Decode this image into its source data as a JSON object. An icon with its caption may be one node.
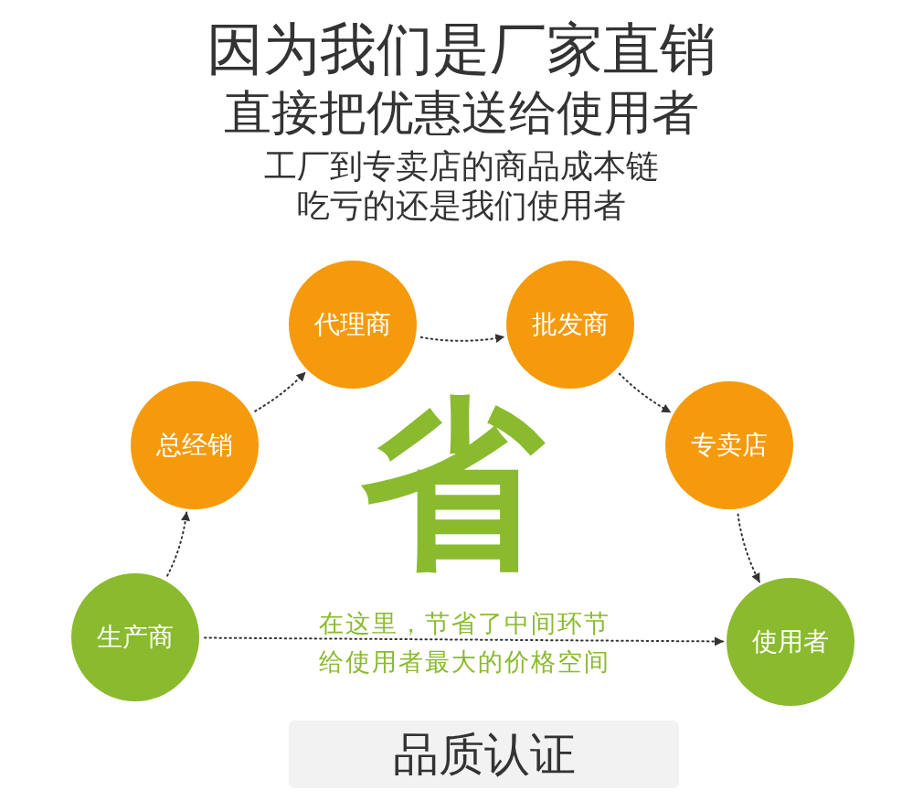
{
  "diagram": {
    "title": "因为我们是厂家直销",
    "nodes": [
      {
        "text": [
          "生产商"
        ]
      },
      {
        "text": [
          "总经销"
        ]
      },
      {
        "text": [
          "代理商"
        ]
      },
      {
        "text": [
          "批发商"
        ]
      },
      {
        "text": [
          "专卖店"
        ]
      },
      {
        "text": [
          "使用者"
        ]
      },
      {
        "text": [
          "品质认证"
        ]
      }
    ],
    "edges": [
      {
        "from": 0,
        "to": 1,
        "arrow": "to"
      },
      {
        "from": 1,
        "to": 2,
        "arrow": "to"
      },
      {
        "from": 2,
        "to": 3,
        "arrow": "to"
      },
      {
        "from": 3,
        "to": 4,
        "arrow": "to"
      },
      {
        "from": 4,
        "to": 5,
        "arrow": "to"
      },
      {
        "from": 0,
        "to": 5,
        "arrow": "to"
      }
    ],
    "labels": [
      "直接把优惠送给使用者",
      "工厂到专卖店的商品成本链",
      "吃亏的还是我们使用者",
      "省",
      "在这里，节省了中间环节",
      "给使用者最大的价格空间"
    ]
  }
}
